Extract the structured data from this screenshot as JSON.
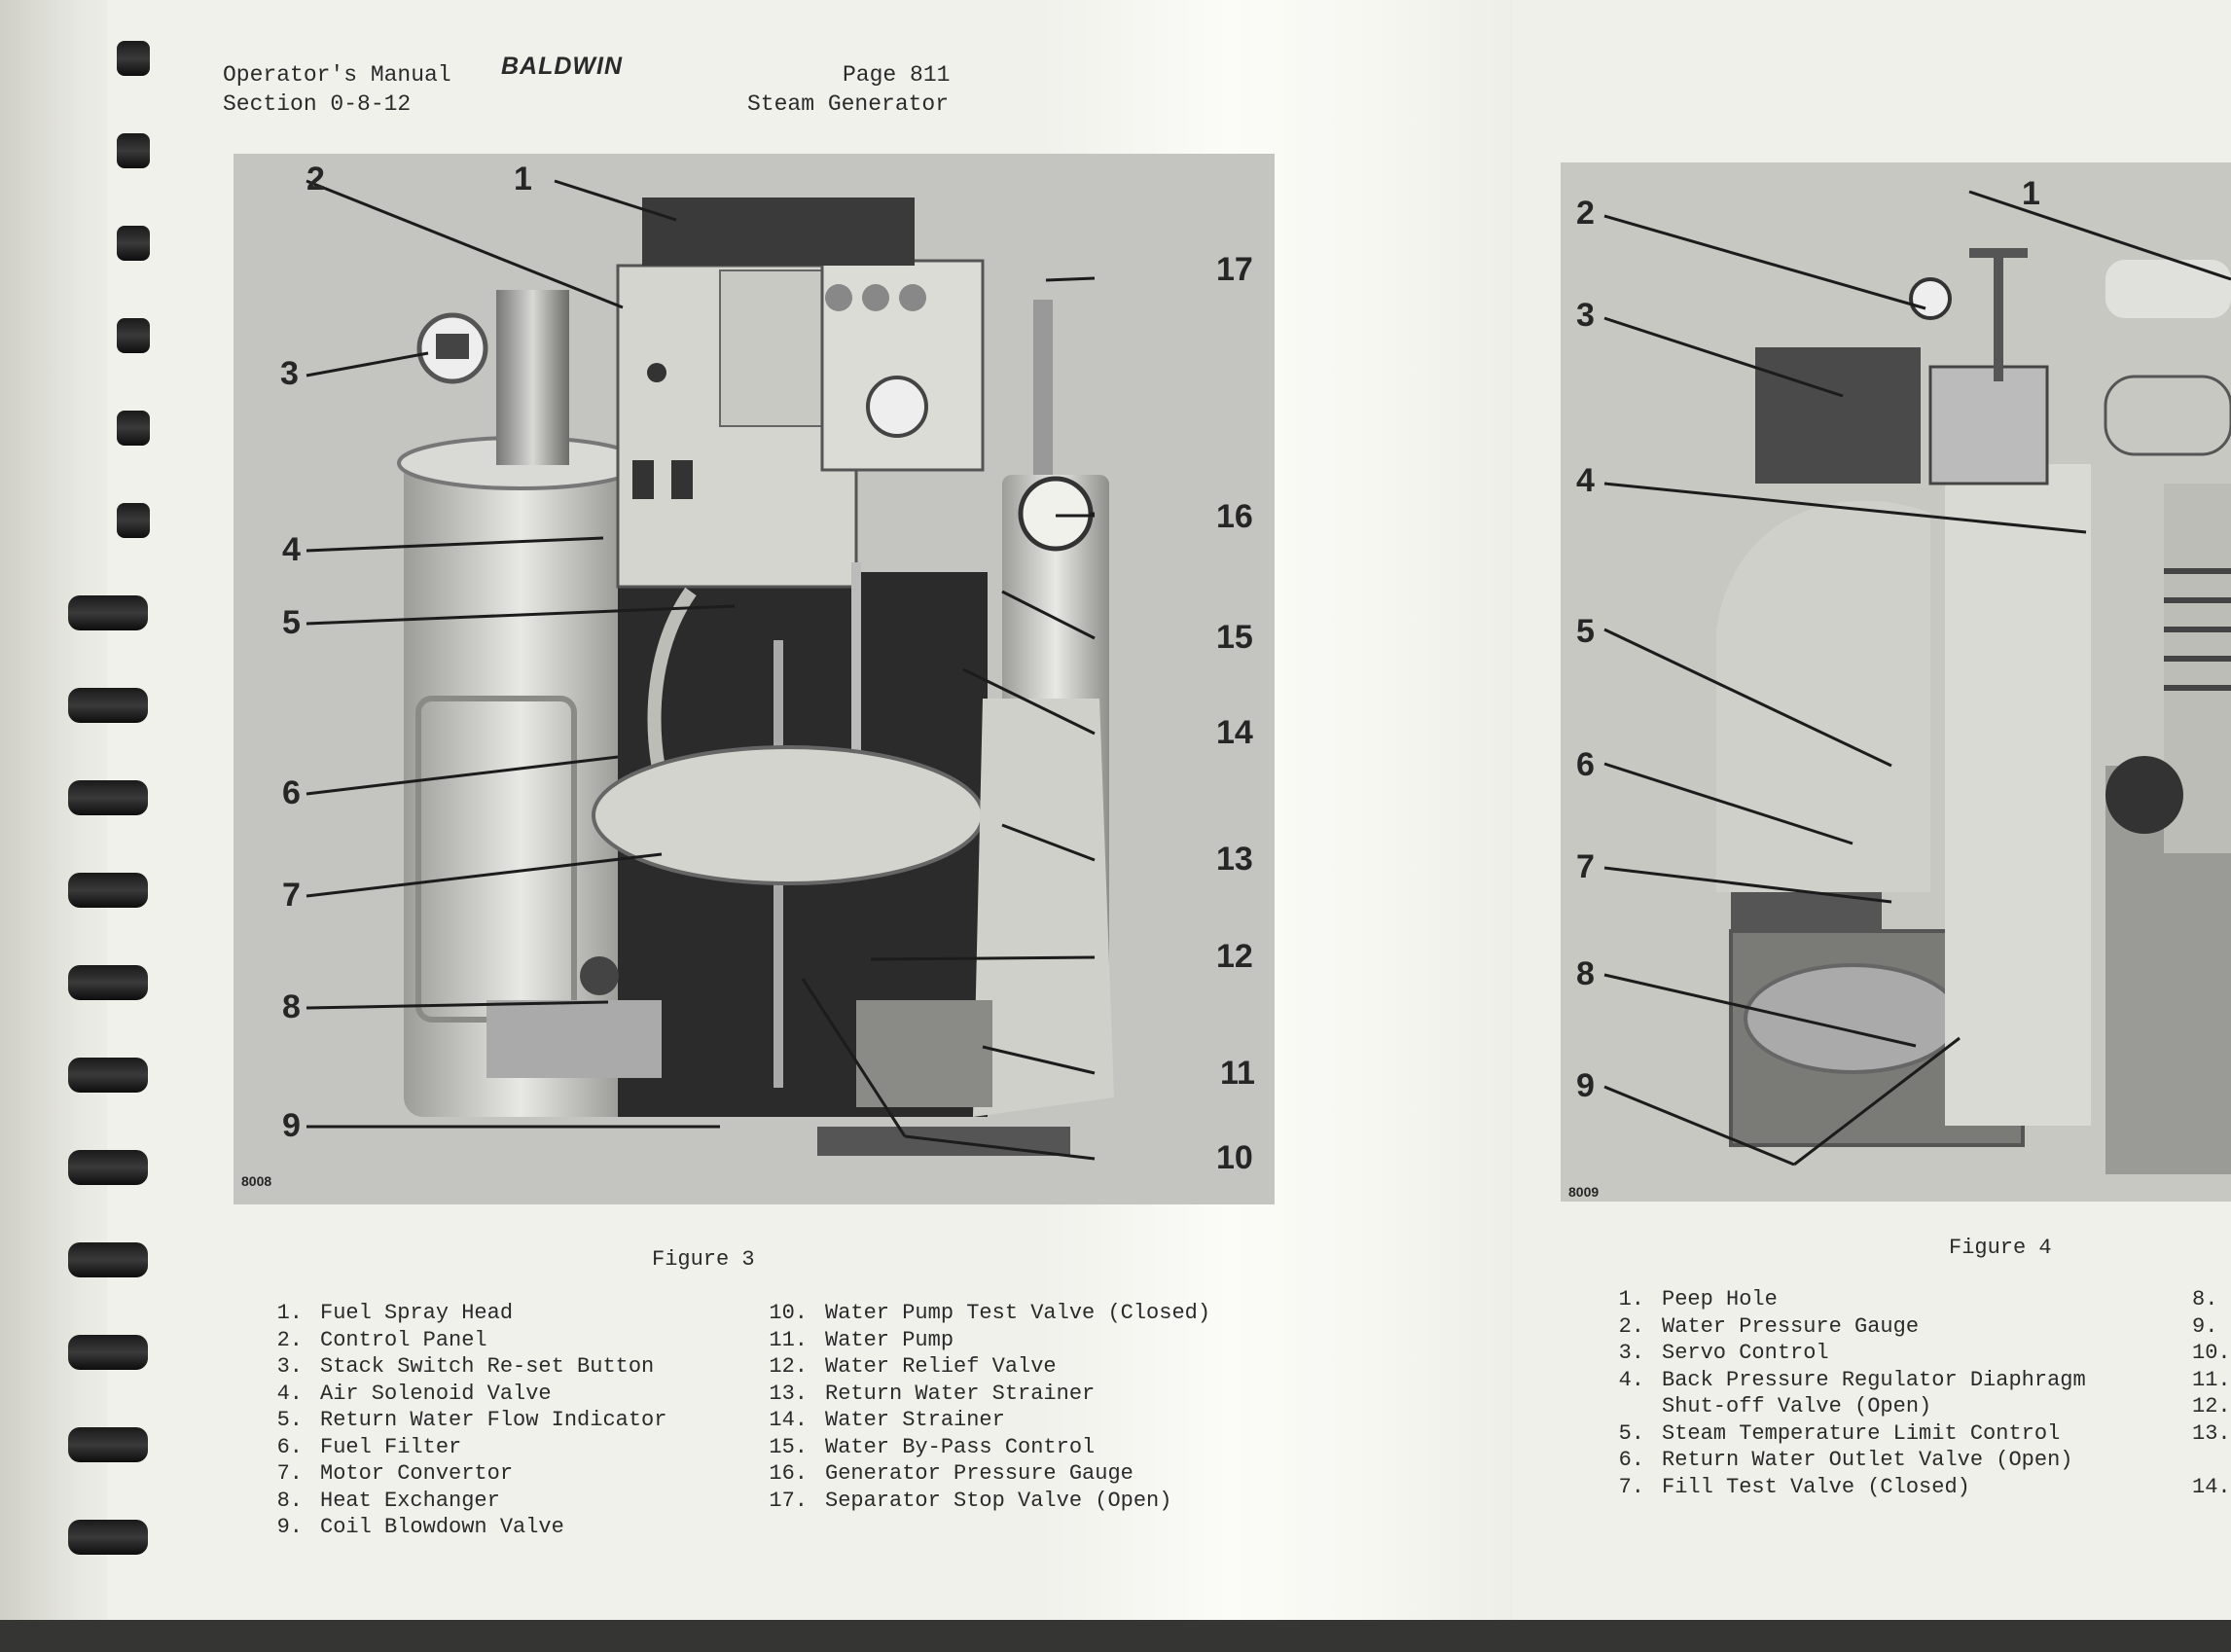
{
  "header": {
    "manual": "Operator's Manual",
    "section": "Section 0-8-12",
    "brand": "BALDWIN",
    "page": "Page 811",
    "subject": "Steam Generator"
  },
  "figure3": {
    "photo_id": "8008",
    "caption": "Figure 3",
    "callouts": [
      "1",
      "2",
      "3",
      "4",
      "5",
      "6",
      "7",
      "8",
      "9",
      "10",
      "11",
      "12",
      "13",
      "14",
      "15",
      "16",
      "17"
    ],
    "legend_left": [
      {
        "num": "1.",
        "label": "Fuel Spray Head"
      },
      {
        "num": "2.",
        "label": "Control Panel"
      },
      {
        "num": "3.",
        "label": "Stack Switch Re-set Button"
      },
      {
        "num": "4.",
        "label": "Air Solenoid Valve"
      },
      {
        "num": "5.",
        "label": "Return Water Flow Indicator"
      },
      {
        "num": "6.",
        "label": "Fuel Filter"
      },
      {
        "num": "7.",
        "label": "Motor Convertor"
      },
      {
        "num": "8.",
        "label": "Heat Exchanger"
      },
      {
        "num": "9.",
        "label": "Coil Blowdown Valve"
      }
    ],
    "legend_right": [
      {
        "num": "10.",
        "label": "Water Pump Test Valve (Closed)"
      },
      {
        "num": "11.",
        "label": "Water Pump"
      },
      {
        "num": "12.",
        "label": "Water Relief Valve"
      },
      {
        "num": "13.",
        "label": "Return Water Strainer"
      },
      {
        "num": "14.",
        "label": "Water Strainer"
      },
      {
        "num": "15.",
        "label": "Water By-Pass Control"
      },
      {
        "num": "16.",
        "label": "Generator Pressure Gauge"
      },
      {
        "num": "17.",
        "label": "Separator Stop Valve (Open)"
      }
    ]
  },
  "figure4": {
    "photo_id": "8009",
    "caption": "Figure 4",
    "callouts": [
      "1",
      "2",
      "3",
      "4",
      "5",
      "6",
      "7",
      "8",
      "9"
    ],
    "legend": [
      {
        "num": "1.",
        "label": "Peep Hole"
      },
      {
        "num": "2.",
        "label": "Water Pressure Gauge"
      },
      {
        "num": "3.",
        "label": "Servo Control"
      },
      {
        "num": "4.",
        "label": "Back Pressure Regulator Diaphragm"
      },
      {
        "num": "",
        "label": "Shut-off Valve (Open)"
      },
      {
        "num": "5.",
        "label": "Steam Temperature Limit Control"
      },
      {
        "num": "6.",
        "label": "Return Water Outlet Valve (Open)"
      },
      {
        "num": "7.",
        "label": "Fill Test Valve (Closed)"
      }
    ],
    "cut_numbers": [
      "8.",
      "9.",
      "10.",
      "11.",
      "12.",
      "13.",
      "",
      "14."
    ]
  }
}
